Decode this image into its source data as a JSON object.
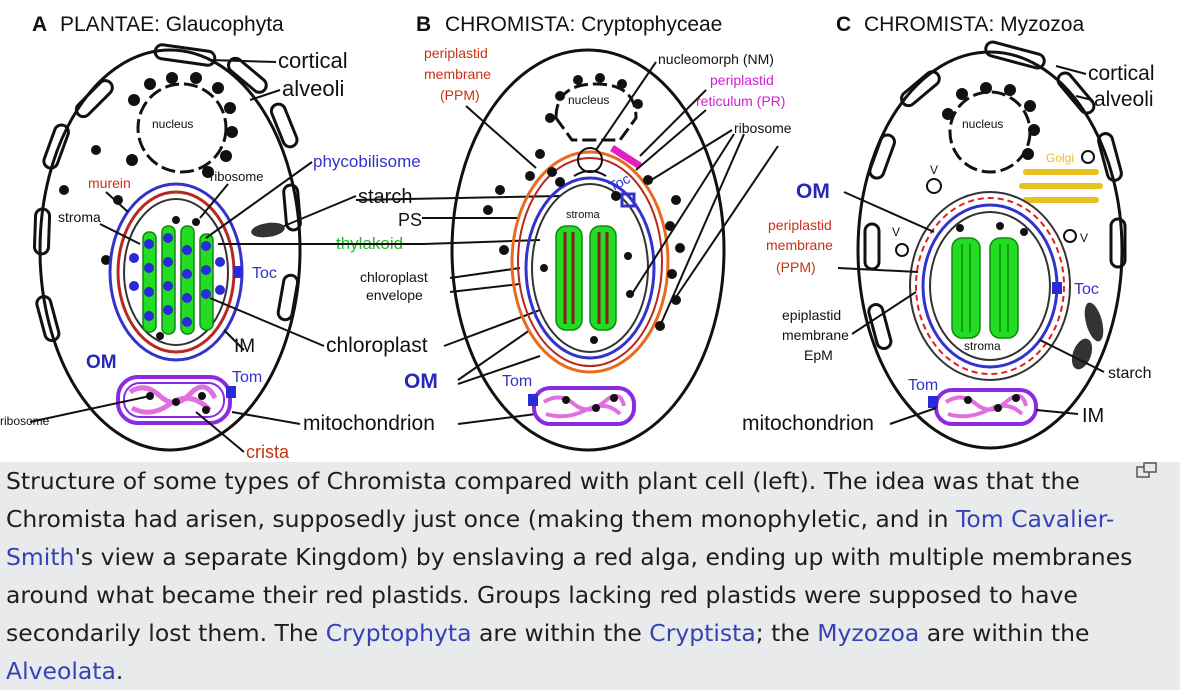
{
  "panels": {
    "a": {
      "letter": "A",
      "title": "PLANTAE: Glaucophyta"
    },
    "b": {
      "letter": "B",
      "title": "CHROMISTA: Cryptophyceae"
    },
    "c": {
      "letter": "C",
      "title": "CHROMISTA: Myzozoa"
    }
  },
  "labels": {
    "a": {
      "cortical": "cortical",
      "alveoli": "alveoli",
      "nucleus": "nucleus",
      "murein": "murein",
      "ribosome": "ribosome",
      "stroma": "stroma",
      "toc": "Toc",
      "im": "IM",
      "om": "OM",
      "tom": "Tom",
      "ribosome2": "ribosome",
      "crista": "crista"
    },
    "mid": {
      "phycobilisome": "phycobilisome",
      "starch": "starch",
      "ps": "PS",
      "thylakoid": "thylakoid",
      "chloroplast_envelope_1": "chloroplast",
      "chloroplast_envelope_2": "envelope",
      "chloroplast": "chloroplast",
      "om": "OM",
      "mitochondrion": "mitochondrion"
    },
    "b": {
      "ppm_1": "periplastid",
      "ppm_2": "membrane",
      "ppm_3": "(PPM)",
      "nucleus": "nucleus",
      "nm": "nucleomorph (NM)",
      "pr_1": "periplastid",
      "pr_2": "reticulum (PR)",
      "ribosome": "ribosome",
      "toc": "Toc",
      "stroma": "stroma",
      "tom": "Tom"
    },
    "c": {
      "om": "OM",
      "ppm_1": "periplastid",
      "ppm_2": "membrane",
      "ppm_3": "(PPM)",
      "epm_1": "epiplastid",
      "epm_2": "membrane",
      "epm_3": "EpM",
      "mitochondrion": "mitochondrion",
      "cortical": "cortical",
      "alveoli": "alveoli",
      "nucleus": "nucleus",
      "golgi": "Golgi",
      "v1": "V",
      "v2": "V",
      "v3": "V",
      "toc": "Toc",
      "stroma": "stroma",
      "starch": "starch",
      "tom": "Tom",
      "im": "IM"
    }
  },
  "caption": {
    "t1": "Structure of some types of Chromista compared with plant cell (left). The idea was that the Chromista had arisen, supposedly just once (making them monophyletic, and in ",
    "link1": "Tom Cavalier-Smith",
    "t2": "'s view a separate Kingdom) by enslaving a red alga, ending up with multiple membranes around what became their red plastids. Groups lacking red plastids were supposed to have secondarily lost them. The ",
    "link2": "Cryptophyta",
    "t3": " are within the ",
    "link3": "Cryptista",
    "t4": "; the ",
    "link4": "Myzozoa",
    "t5": " are within the ",
    "link5": "Alveolata",
    "t6": "."
  },
  "colors": {
    "thylakoid_green": "#22dd22",
    "membrane_blue": "#3333cc",
    "murein_red": "#b8281e",
    "ppm_orange": "#e86a1e",
    "pr_pink": "#e020c0",
    "mito_purple": "#8a2be2",
    "crista_pink": "#e070e0",
    "golgi_yellow": "#e8c020",
    "link_blue": "#3443b5",
    "label_red": "#c83214",
    "label_magenta": "#d020d0"
  }
}
